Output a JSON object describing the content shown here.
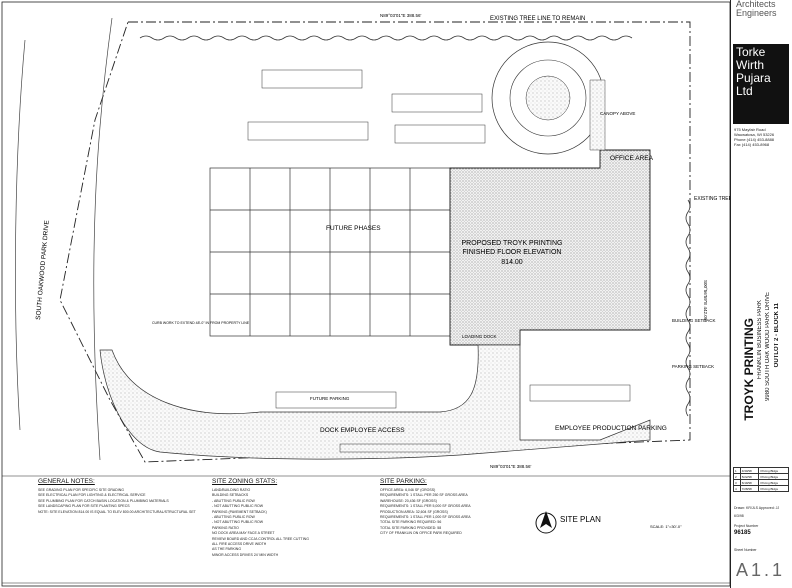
{
  "firm": {
    "header_line1": "Architects",
    "header_line2": "Engineers",
    "logo_lines": [
      "Torke",
      "Wirth",
      "Pujara",
      "Ltd"
    ],
    "address_lines": [
      "975 Mayfair Road",
      "Wauwatosa, WI 53226",
      "Phone (414) 453-8888",
      "Fax (414) 453-8968"
    ]
  },
  "project": {
    "title": "TROYK PRINTING",
    "line2": "FRANKLIN BUSINESS PARK",
    "line3": "9980 SOUTH OAK WOOD PARK DRIVE",
    "line4": "OUTLOT 2 - BLOCK 11"
  },
  "title_block": {
    "revisions": [
      {
        "no": "1",
        "date": "4/30/98",
        "desc": "Pricing Bldgs"
      },
      {
        "no": "2",
        "date": "5/22/98",
        "desc": "Pricing Bldgs"
      },
      {
        "no": "3",
        "date": "6/19/98",
        "desc": "Pricing Bldgs"
      },
      {
        "no": "4",
        "date": "7/28/98",
        "desc": "Pricing Bldgs"
      }
    ],
    "drawn_label": "Drawn: KR/JLS Approved: JJ",
    "date_value": "6/3/98",
    "project_number_label": "Project Number",
    "project_number": "96185",
    "sheet_number_label": "Sheet Number",
    "sheet_number": "A1.1"
  },
  "labels": {
    "existing_tree_line_top": "EXISTING TREE LINE TO REMAIN",
    "existing_tree_line_right": "EXISTING TREE LINE TO REMAIN",
    "future_phases": "FUTURE PHASES",
    "proposed_building_line1": "PROPOSED TROYK PRINTING",
    "proposed_building_line2": "FINISHED FLOOR ELEVATION",
    "floor_elevation": "814.00",
    "office_area": "OFFICE AREA",
    "road_name": "SOUTH OAKWOOD PARK DRIVE",
    "dock_access": "DOCK EMPLOYEE ACCESS",
    "employee_parking": "EMPLOYEE PRODUCTION PARKING",
    "bearing_top": "N89°03'01\"E 388.56'",
    "bearing_bottom": "N89°03'01\"E 388.56'",
    "bearing_right": "S00°56'59\"E 442.09'",
    "site_plan": "SITE PLAN",
    "scale": "SCALE: 1\"=30'-0\"",
    "canopy_above": "CANOPY ABOVE",
    "parking_setback": "PARKING SETBACK",
    "building_setback": "BUILDING SETBACK",
    "loading_dock": "LOADING DOCK",
    "future_parking": "FUTURE PARKING",
    "sidewalk_note": "CURB WORK TO EXTEND 48'-0\" IN FROM PROPERTY LINE"
  },
  "general_notes": {
    "title": "GENERAL NOTES:",
    "items": [
      "SEE GRADING PLAN FOR SPECIFIC SITE GRADING",
      "SEE ELECTRICAL PLAN FOR LIGHTING & ELECTRICAL SERVICE",
      "SEE PLUMBING PLAN FOR CATCH BASIN LOCATION & PLUMBING MATERIALS",
      "SEE LANDSCAPING PLAN FOR SITE PLANTING SPECS",
      "NOTE: SITE ELEVATION 814.00 IS EQUAL TO ELEV 800.00 ARCHITECTURAL/STRUCTURAL SET"
    ]
  },
  "site_zoning": {
    "title": "SITE ZONING STATS:",
    "items": [
      "LAND/BUILDING RATIO",
      "BUILDING SETBACKS",
      "- ABUTTING PUBLIC ROW",
      "- NOT ABUTTING PUBLIC ROW",
      "PARKING (PAVEMENT SETBACK)",
      "- ABUTTING PUBLIC ROW",
      "- NOT ABUTTING PUBLIC ROW",
      "PARKING RATIO",
      "NO DOCK AREA MAY FACE A STREET",
      "REVIEW BOARD AND CCJA CONTROL ALL TREE CUTTING",
      "ALL FIRE ACCESS DRIVE WIDTH",
      "AS THE PARKING",
      "MINOR ACCESS DRIVES 24' MIN WIDTH"
    ]
  },
  "site_parking": {
    "title": "SITE PARKING:",
    "items": [
      "OFFICE AREA: 6,046 SF (GROSS)",
      "REQUIREMENTS: 1 STALL PER 250 SF GROSS AREA",
      "WAREHOUSE: 20,436 SF (GROSS)",
      "REQUIREMENTS: 1 STALL PER 5,000 SF GROSS AREA",
      "PRODUCTION AREA: 32,604 SF (GROSS)",
      "REQUIREMENTS: 1 STALL PER 1,000 SF GROSS AREA",
      "TOTAL SITE PARKING REQUIRED: 56",
      "TOTAL SITE PARKING PROVIDED: 58",
      "CITY OF FRANKLIN ON OFFICE PARK REQUIRED"
    ]
  }
}
